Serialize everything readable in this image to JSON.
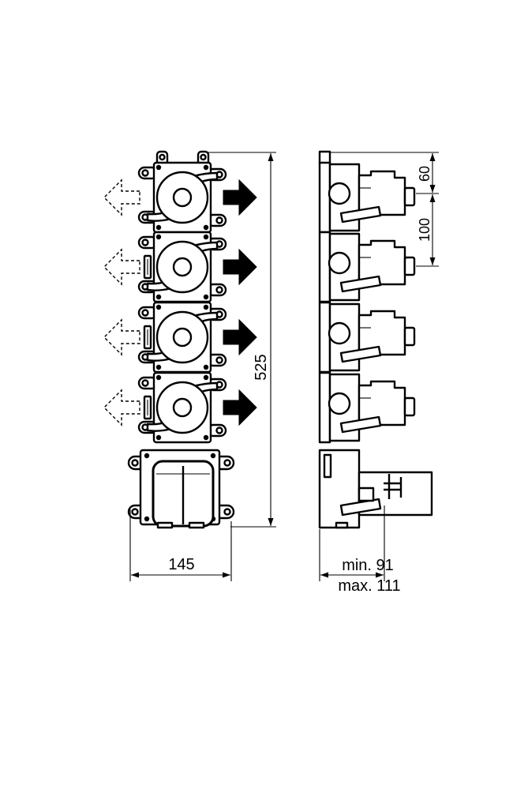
{
  "dimensions": {
    "top_offset": "60",
    "module_pitch": "100",
    "total_height": "525",
    "total_width": "145",
    "depth_min": "min. 91",
    "depth_max": "max. 111"
  },
  "colors": {
    "line": "#000000",
    "background": "#ffffff"
  }
}
